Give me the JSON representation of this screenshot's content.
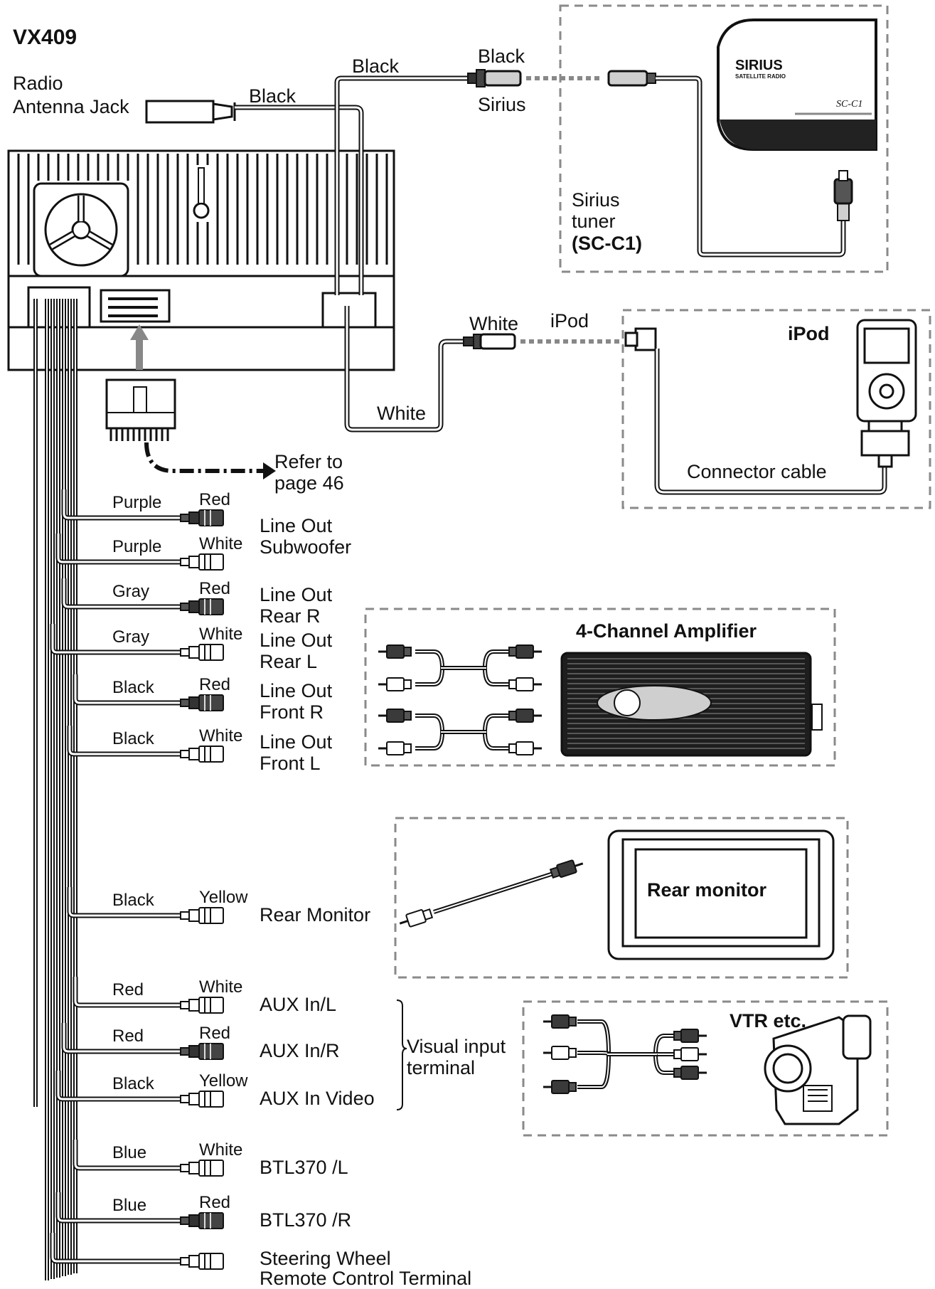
{
  "model": "VX409",
  "antenna": {
    "label_line1": "Radio",
    "label_line2": "Antenna Jack",
    "wire": "Black"
  },
  "sirius": {
    "wire_upper": "Black",
    "plug_color": "Black",
    "plug_label": "Sirius",
    "tuner_line1": "Sirius",
    "tuner_line2": "tuner",
    "tuner_model": "(SC-C1)",
    "logo_text": "SIRIUS",
    "logo_sub": "SATELLITE RADIO",
    "device_code": "SC-C1"
  },
  "ipod": {
    "plug_color": "White",
    "plug_label": "iPod",
    "wire_lower": "White",
    "device_title": "iPod",
    "cable_label": "Connector cable"
  },
  "harness_note": {
    "line1": "Refer to",
    "line2": "page 46"
  },
  "outputs": [
    {
      "wire": "Purple",
      "plug": "Red",
      "label1": "Line Out",
      "label2": "Subwoofer"
    },
    {
      "wire": "Purple",
      "plug": "White",
      "label1": "",
      "label2": ""
    },
    {
      "wire": "Gray",
      "plug": "Red",
      "label1": "Line Out",
      "label2": "Rear R"
    },
    {
      "wire": "Gray",
      "plug": "White",
      "label1": "Line Out",
      "label2": "Rear L"
    },
    {
      "wire": "Black",
      "plug": "Red",
      "label1": "Line Out",
      "label2": "Front R"
    },
    {
      "wire": "Black",
      "plug": "White",
      "label1": "Line Out",
      "label2": "Front L"
    },
    {
      "wire": "Black",
      "plug": "Yellow",
      "label1": "Rear Monitor",
      "label2": ""
    },
    {
      "wire": "Red",
      "plug": "White",
      "label1": "AUX In/L",
      "label2": ""
    },
    {
      "wire": "Red",
      "plug": "Red",
      "label1": "AUX In/R",
      "label2": ""
    },
    {
      "wire": "Black",
      "plug": "Yellow",
      "label1": "AUX In Video",
      "label2": ""
    },
    {
      "wire": "Blue",
      "plug": "White",
      "label1": "BTL370 /L",
      "label2": ""
    },
    {
      "wire": "Blue",
      "plug": "Red",
      "label1": "BTL370 /R",
      "label2": ""
    },
    {
      "wire": "",
      "plug": "",
      "label1": "Steering Wheel",
      "label2": "Remote Control Terminal"
    }
  ],
  "amplifier": {
    "title": "4-Channel Amplifier"
  },
  "rear_monitor": {
    "title": "Rear monitor"
  },
  "visual_input": {
    "line1": "Visual input",
    "line2": "terminal"
  },
  "vtr": {
    "title": "VTR etc."
  },
  "colors": {
    "ink": "#111111",
    "dashed_box": "#8a8a8a",
    "fill_gray": "#d9d9d9",
    "dark_plug": "#3a3a3a"
  }
}
